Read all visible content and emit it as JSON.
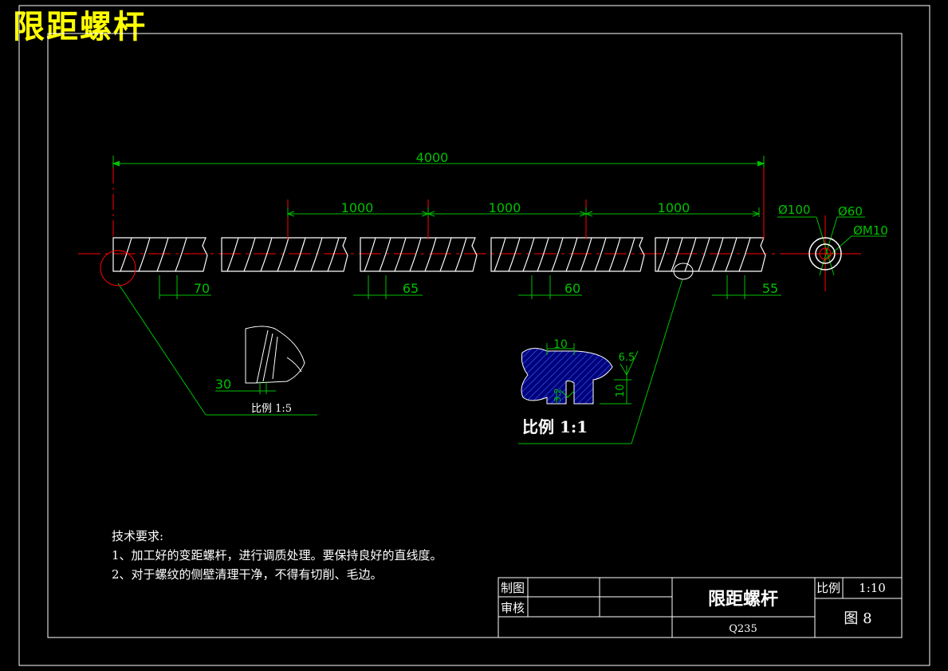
{
  "title": "限距螺杆",
  "dimensions": {
    "overall": "4000",
    "pitch_sections": [
      "1000",
      "1000",
      "1000"
    ],
    "pitches": [
      "70",
      "65",
      "60",
      "55"
    ],
    "end_diameters": [
      "Ø100",
      "Ø60",
      "ØM10"
    ]
  },
  "detail_a": {
    "dim": "30",
    "scale_label": "比例 1:5"
  },
  "detail_b": {
    "dims": [
      "10",
      "6.5",
      "10",
      "3.2"
    ],
    "scale_label": "比例 1:1"
  },
  "notes": {
    "heading": "技术要求:",
    "items": [
      "1、加工好的变距螺杆，进行调质处理。要保持良好的直线度。",
      "2、对于螺纹的侧壁清理干净，不得有切削、毛边。"
    ]
  },
  "title_block": {
    "drawn_label": "制图",
    "checked_label": "审核",
    "part_name": "限距螺杆",
    "material": "Q235",
    "scale_label": "比例",
    "scale_value": "1:10",
    "drawing_no": "图 8"
  },
  "colors": {
    "outline": "#ffffff",
    "dimension": "#00c000",
    "centerline": "#ff0000",
    "title": "#ffff00",
    "hatch_fill": "#00007a",
    "hatch_line": "#3a6cff"
  }
}
